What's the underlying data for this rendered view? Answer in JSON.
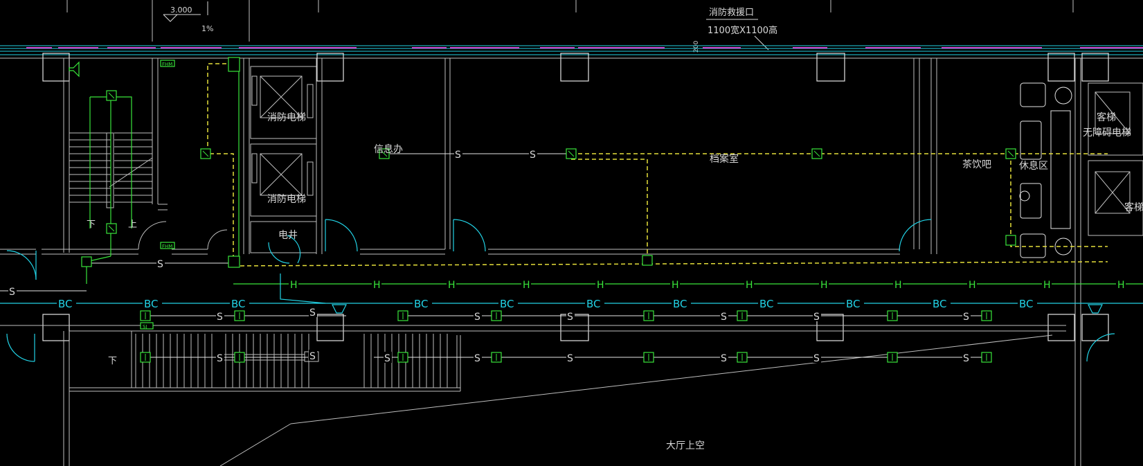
{
  "labels": {
    "level": "3.000",
    "slope": "1%",
    "rescue_window": "消防救援口",
    "rescue_size": "1100宽X1100高",
    "dim_200": "200",
    "fire_elevator_1": "消防电梯",
    "fire_elevator_2": "消防电梯",
    "electric_shaft": "电井",
    "info_office": "信息办",
    "archive_room": "档案室",
    "tea_bar": "茶饮吧",
    "rest_area": "休息区",
    "guest_elevator": "客梯",
    "accessible_elevator": "无障碍电梯",
    "guest_elevator_2": "客梯",
    "lobby_void": "大厅上空",
    "stair_down": "下",
    "stair_up": "上",
    "stair_down_2": "下",
    "fhm_1": "FHM",
    "fhm_2": "FHM",
    "sj": "SJ"
  },
  "codes": {
    "h": "H",
    "bc": "BC",
    "s": "S"
  },
  "colors": {
    "background": "#000000",
    "wall": "#bfbfbf",
    "cyan": "#22d3e6",
    "green": "#39e63b",
    "yellow": "#e6df3a",
    "magenta": "#d44ad4",
    "white": "#e6e6e6"
  }
}
